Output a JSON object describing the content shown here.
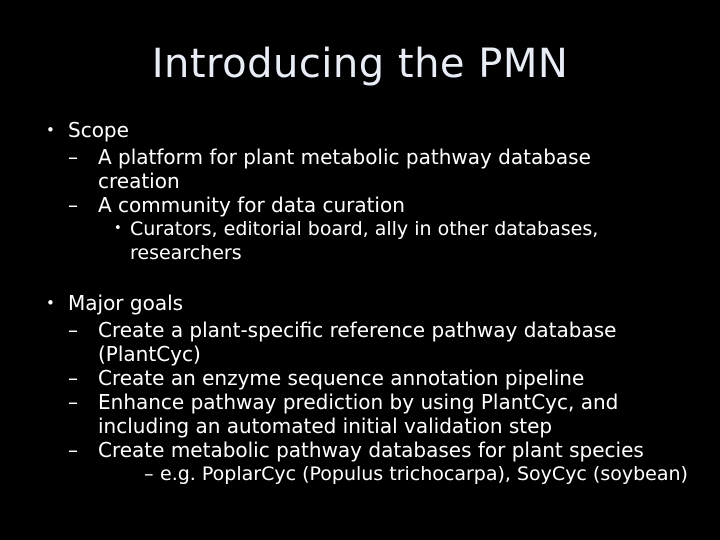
{
  "slide": {
    "title": "Introducing the PMN",
    "title_color": "#e9edf6",
    "background_color": "#000000",
    "text_color": "#ffffff",
    "markers": {
      "level1": "•",
      "level2": "–",
      "level3": "•",
      "level3_dash": "–"
    },
    "groups": [
      {
        "heading": "Scope",
        "items": [
          {
            "level": 2,
            "marker": "dash",
            "text": "A platform for plant metabolic pathway database creation"
          },
          {
            "level": 2,
            "marker": "dash",
            "text": "A community for data curation"
          },
          {
            "level": 3,
            "marker": "bullet",
            "text": "Curators, editorial board, ally in other databases, researchers"
          }
        ]
      },
      {
        "heading": "Major goals",
        "items": [
          {
            "level": 2,
            "marker": "dash",
            "text": "Create a plant-specific reference pathway database (PlantCyc)"
          },
          {
            "level": 2,
            "marker": "dash",
            "text": "Create an enzyme sequence annotation pipeline"
          },
          {
            "level": 2,
            "marker": "dash",
            "text": "Enhance pathway prediction by using PlantCyc,  and including an automated initial validation step"
          },
          {
            "level": 2,
            "marker": "dash",
            "text": "Create metabolic pathway databases for plant species"
          },
          {
            "level": 3,
            "marker": "dash",
            "text": "e.g. PoplarCyc (Populus trichocarpa), SoyCyc (soybean)"
          }
        ]
      }
    ]
  }
}
